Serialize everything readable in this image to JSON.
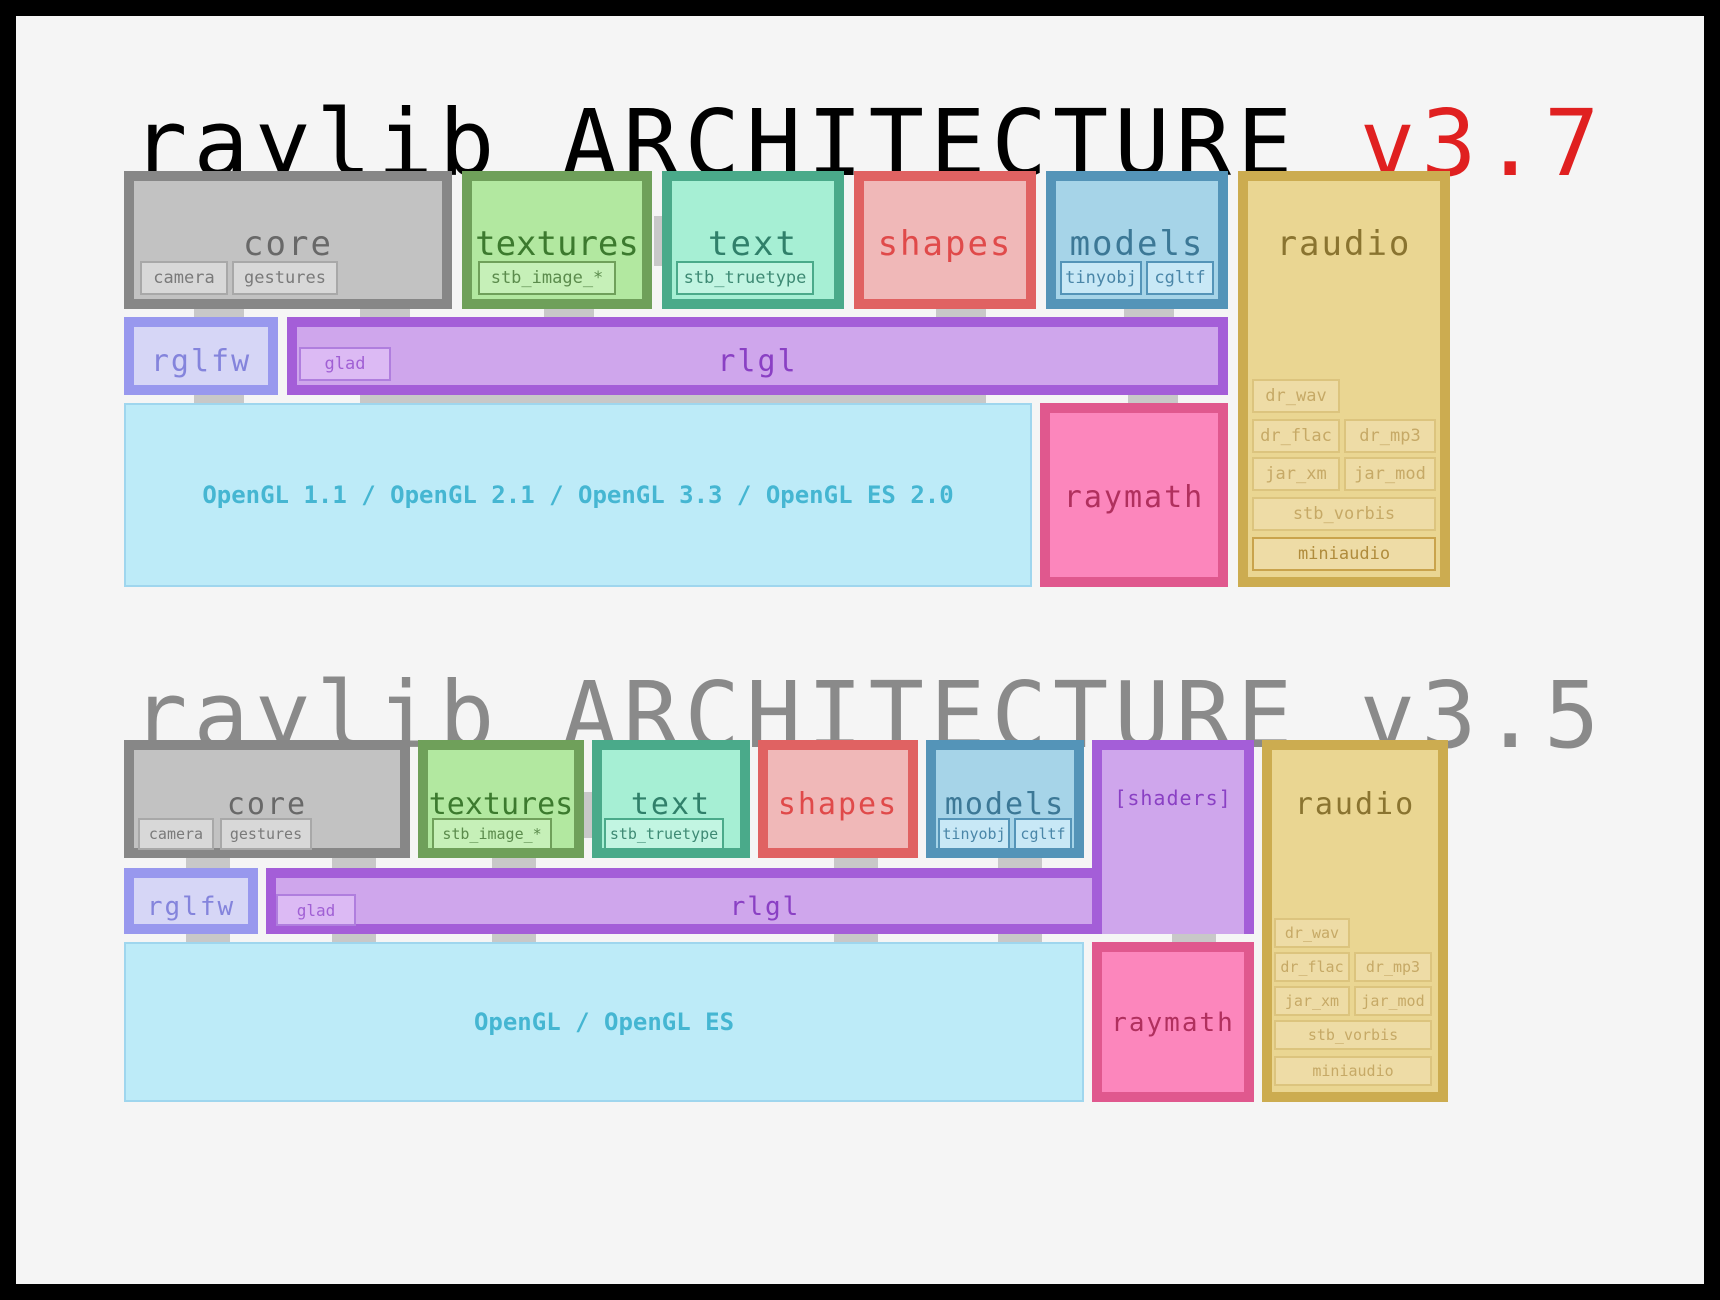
{
  "diagrams": [
    {
      "title_main": "raylib ARCHITECTURE",
      "title_version": "v3.7",
      "modules": {
        "core": {
          "label": "core",
          "subs": [
            "camera",
            "gestures"
          ]
        },
        "textures": {
          "label": "textures",
          "subs": [
            "stb_image_*"
          ]
        },
        "text": {
          "label": "text",
          "subs": [
            "stb_truetype"
          ]
        },
        "shapes": {
          "label": "shapes"
        },
        "models": {
          "label": "models",
          "subs": [
            "tinyobj",
            "cgltf"
          ]
        },
        "raudio": {
          "label": "raudio",
          "subs": [
            "dr_wav",
            "dr_flac",
            "dr_mp3",
            "jar_xm",
            "jar_mod",
            "stb_vorbis",
            "miniaudio"
          ]
        },
        "rglfw": {
          "label": "rglfw"
        },
        "rlgl": {
          "label": "rlgl",
          "subs": [
            "glad"
          ]
        },
        "opengl": {
          "label": "OpenGL 1.1 / OpenGL 2.1 / OpenGL 3.3 / OpenGL ES 2.0"
        },
        "raymath": {
          "label": "raymath"
        }
      }
    },
    {
      "title_main": "raylib ARCHITECTURE",
      "title_version": "v3.5",
      "modules": {
        "core": {
          "label": "core",
          "subs": [
            "camera",
            "gestures"
          ]
        },
        "textures": {
          "label": "textures",
          "subs": [
            "stb_image_*"
          ]
        },
        "text": {
          "label": "text",
          "subs": [
            "stb_truetype"
          ]
        },
        "shapes": {
          "label": "shapes"
        },
        "models": {
          "label": "models",
          "subs": [
            "tinyobj",
            "cgltf"
          ]
        },
        "shaders": {
          "label": "[shaders]"
        },
        "raudio": {
          "label": "raudio",
          "subs": [
            "dr_wav",
            "dr_flac",
            "dr_mp3",
            "jar_xm",
            "jar_mod",
            "stb_vorbis",
            "miniaudio"
          ]
        },
        "rglfw": {
          "label": "rglfw"
        },
        "rlgl": {
          "label": "rlgl",
          "subs": [
            "glad"
          ]
        },
        "opengl": {
          "label": "OpenGL / OpenGL ES"
        },
        "raymath": {
          "label": "raymath"
        }
      }
    }
  ],
  "colors": {
    "title_main_v37": "#000000",
    "title_version_v37": "#e02020",
    "title_v35": "#8a8a8a",
    "core": "#878787",
    "textures": "#6fa05a",
    "text": "#4aaa8a",
    "shapes": "#e06262",
    "models": "#5494b8",
    "raudio": "#ccac50",
    "rglfw": "#9898ee",
    "rlgl": "#a45ed8",
    "opengl": "#bdebf8",
    "raymath": "#e0588e"
  }
}
